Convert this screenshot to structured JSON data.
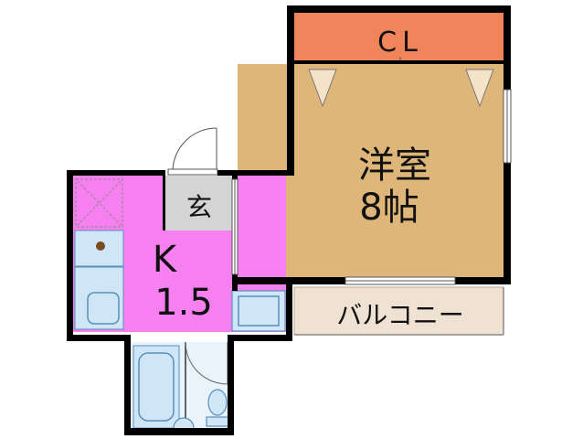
{
  "rooms": {
    "closet": {
      "label": "CL"
    },
    "western_room": {
      "line1": "洋室",
      "line2": "8帖"
    },
    "entrance": {
      "label": "玄"
    },
    "kitchen": {
      "line1": "K",
      "line2": "1.5"
    },
    "balcony": {
      "label": "バルコニー"
    }
  },
  "colors": {
    "wall": "#000000",
    "closet": "#f0845a",
    "western_room": "#dfb679",
    "kitchen": "#f680f0",
    "entrance": "#d4d4d4",
    "balcony": "#f0e2d2",
    "fixtures": "#cfe6f6",
    "fixture_outline": "#5a8fb8"
  }
}
